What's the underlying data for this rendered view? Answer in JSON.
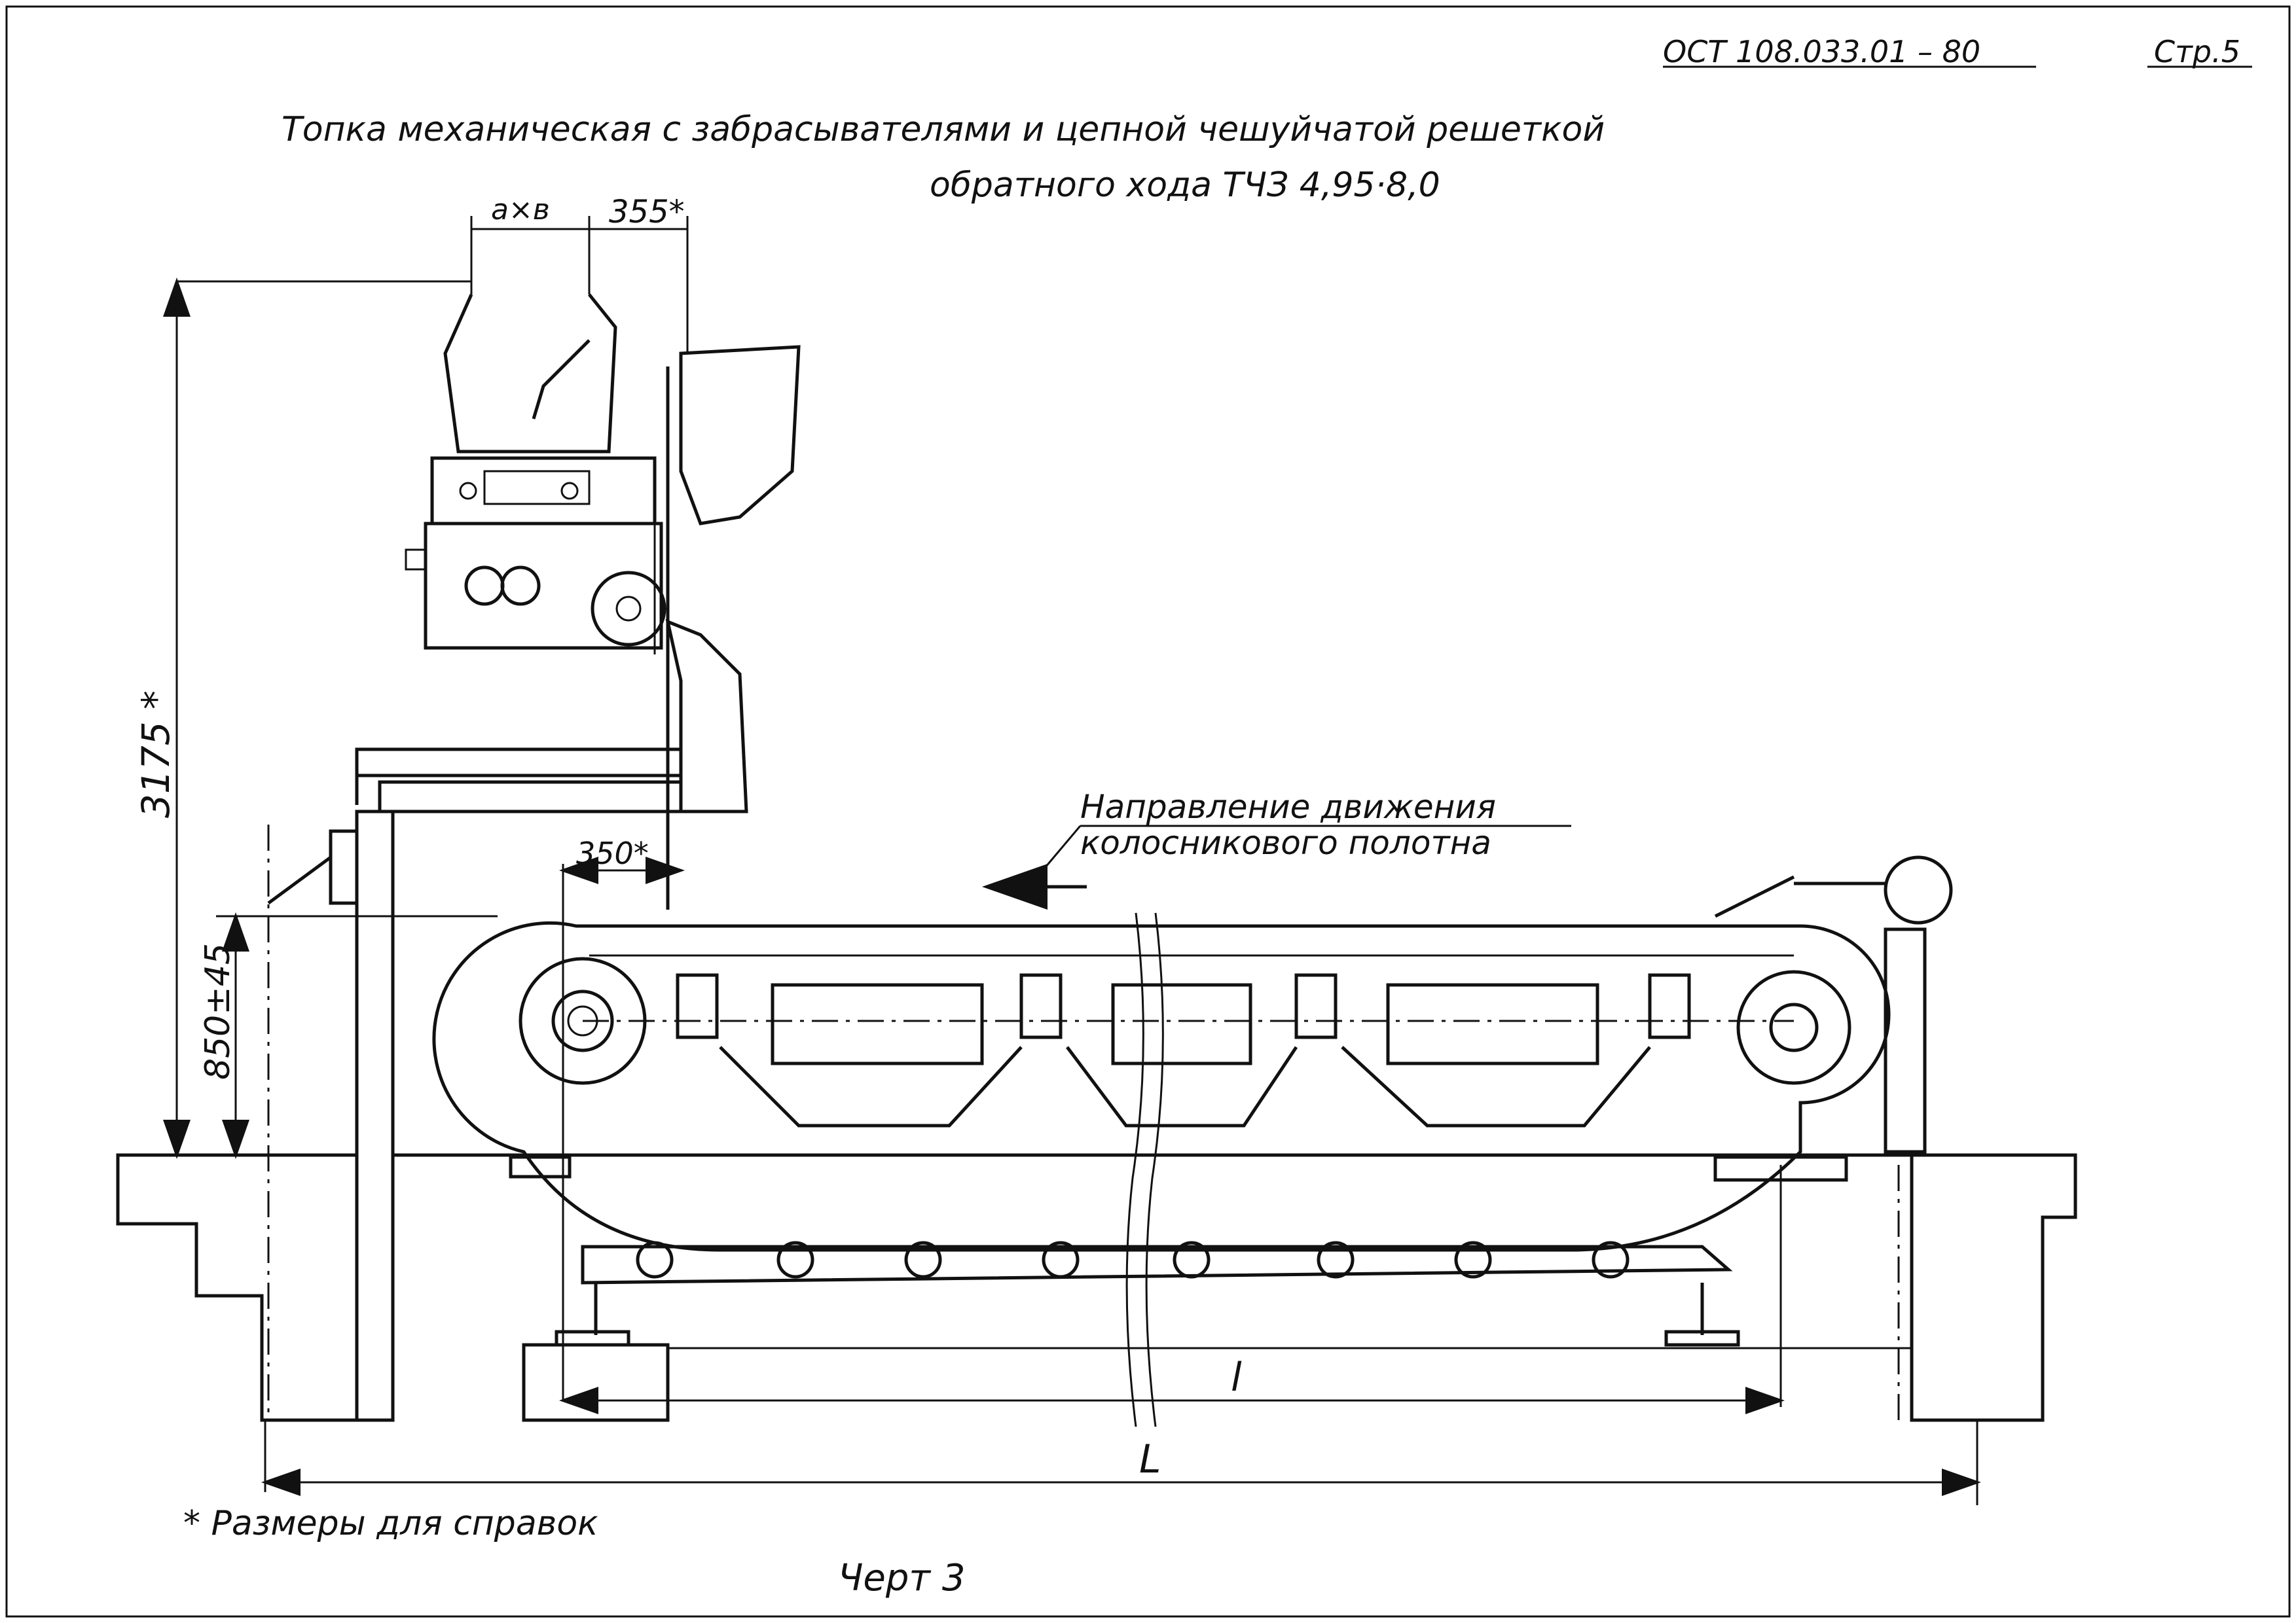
{
  "header": {
    "standard": "ОСТ 108.033.01 – 80",
    "page": "Стр.5"
  },
  "title": {
    "line1": "Топка механическая с забрасывателями и цепной чешуйчатой решеткой",
    "line2": "обратного хода ТЧЗ 4,95·8,0"
  },
  "dimensions": {
    "a_x_b": "a×в",
    "d355": "355*",
    "d3175": "3175 *",
    "d850": "850±45",
    "d350": "350*",
    "l_small": "l",
    "L_big": "L"
  },
  "annotation": {
    "line1": "Направление движения",
    "line2": "колосникового полотна"
  },
  "footer": {
    "note": "* Размеры для справок",
    "figure": "Черт 3"
  }
}
